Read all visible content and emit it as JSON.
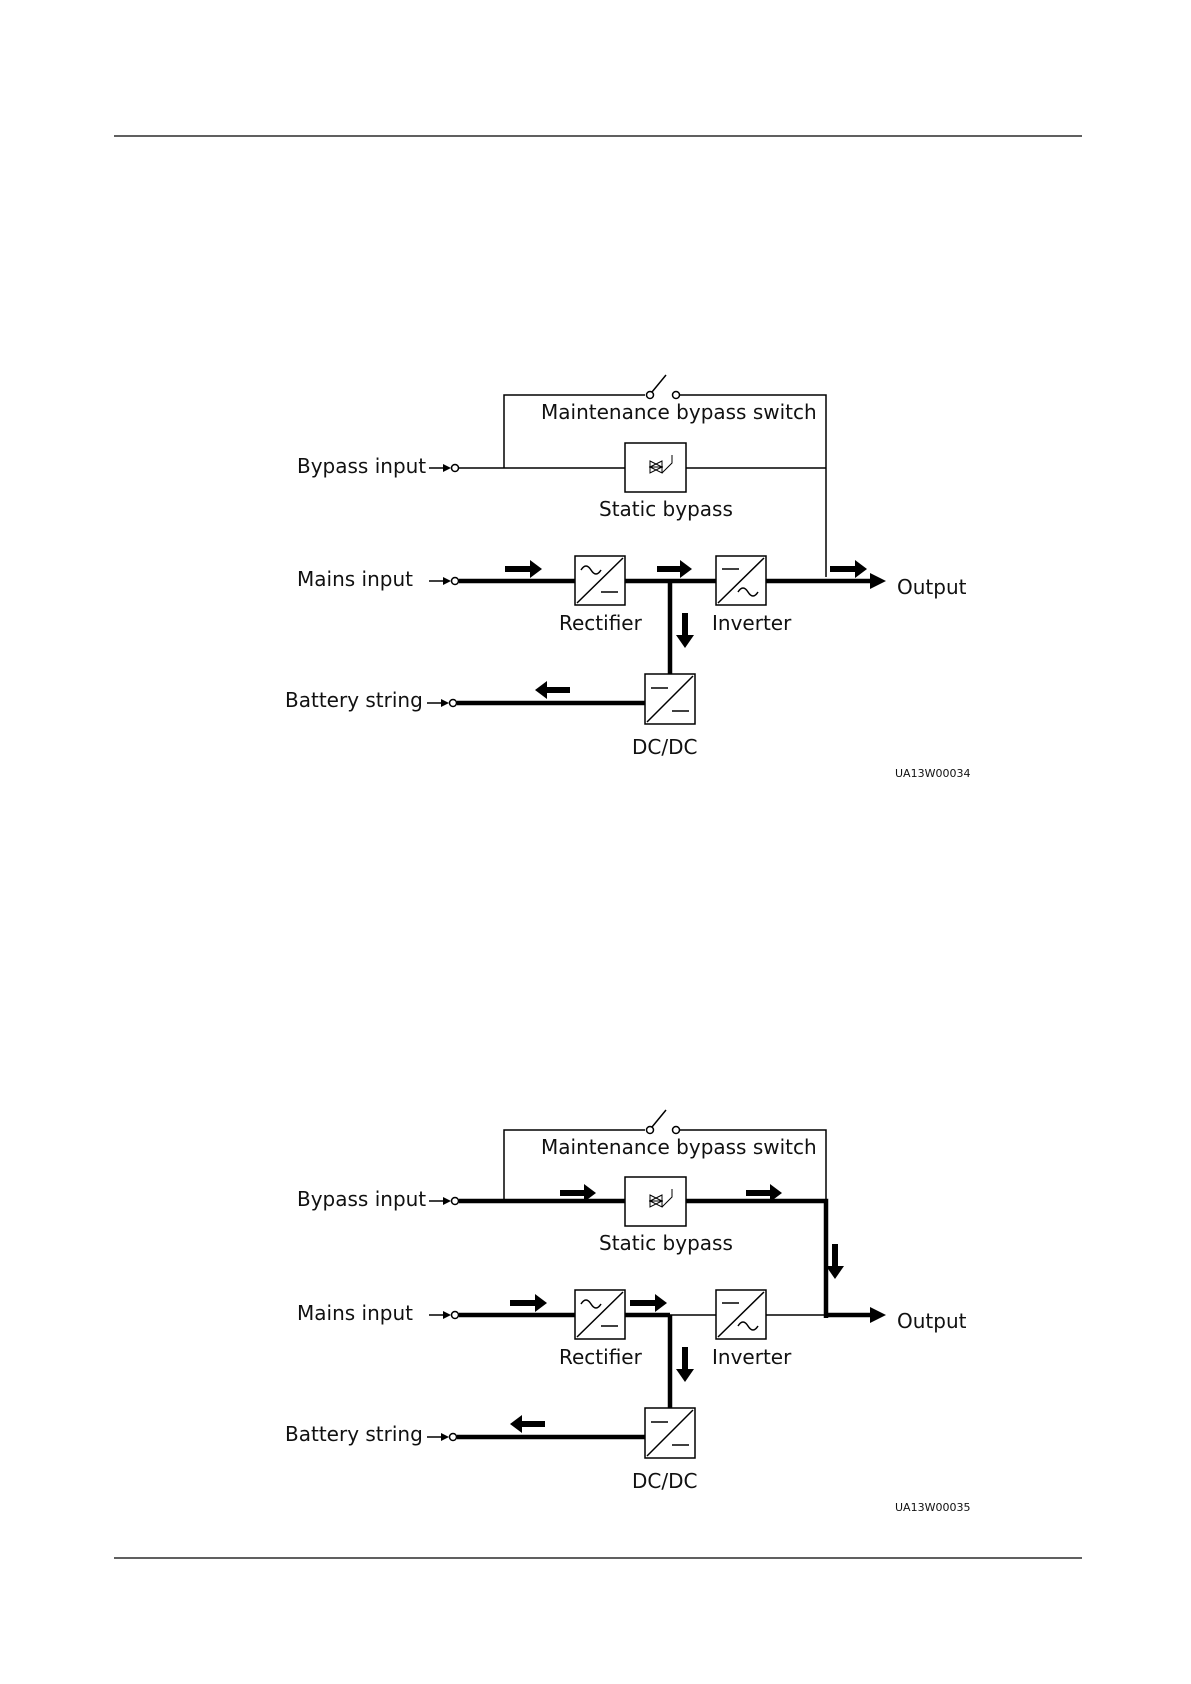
{
  "diagrams": [
    {
      "id": "diagram1",
      "labels": {
        "maintenance_switch": "Maintenance bypass switch",
        "bypass_input": "Bypass input",
        "static_bypass": "Static bypass",
        "mains_input": "Mains input",
        "rectifier": "Rectifier",
        "inverter": "Inverter",
        "output": "Output",
        "battery_string": "Battery string",
        "dcdc": "DC/DC",
        "code": "UA13W00034"
      }
    },
    {
      "id": "diagram2",
      "labels": {
        "maintenance_switch": "Maintenance bypass switch",
        "bypass_input": "Bypass input",
        "static_bypass": "Static bypass",
        "mains_input": "Mains input",
        "rectifier": "Rectifier",
        "inverter": "Inverter",
        "output": "Output",
        "battery_string": "Battery string",
        "dcdc": "DC/DC",
        "code": "UA13W00035"
      }
    }
  ]
}
